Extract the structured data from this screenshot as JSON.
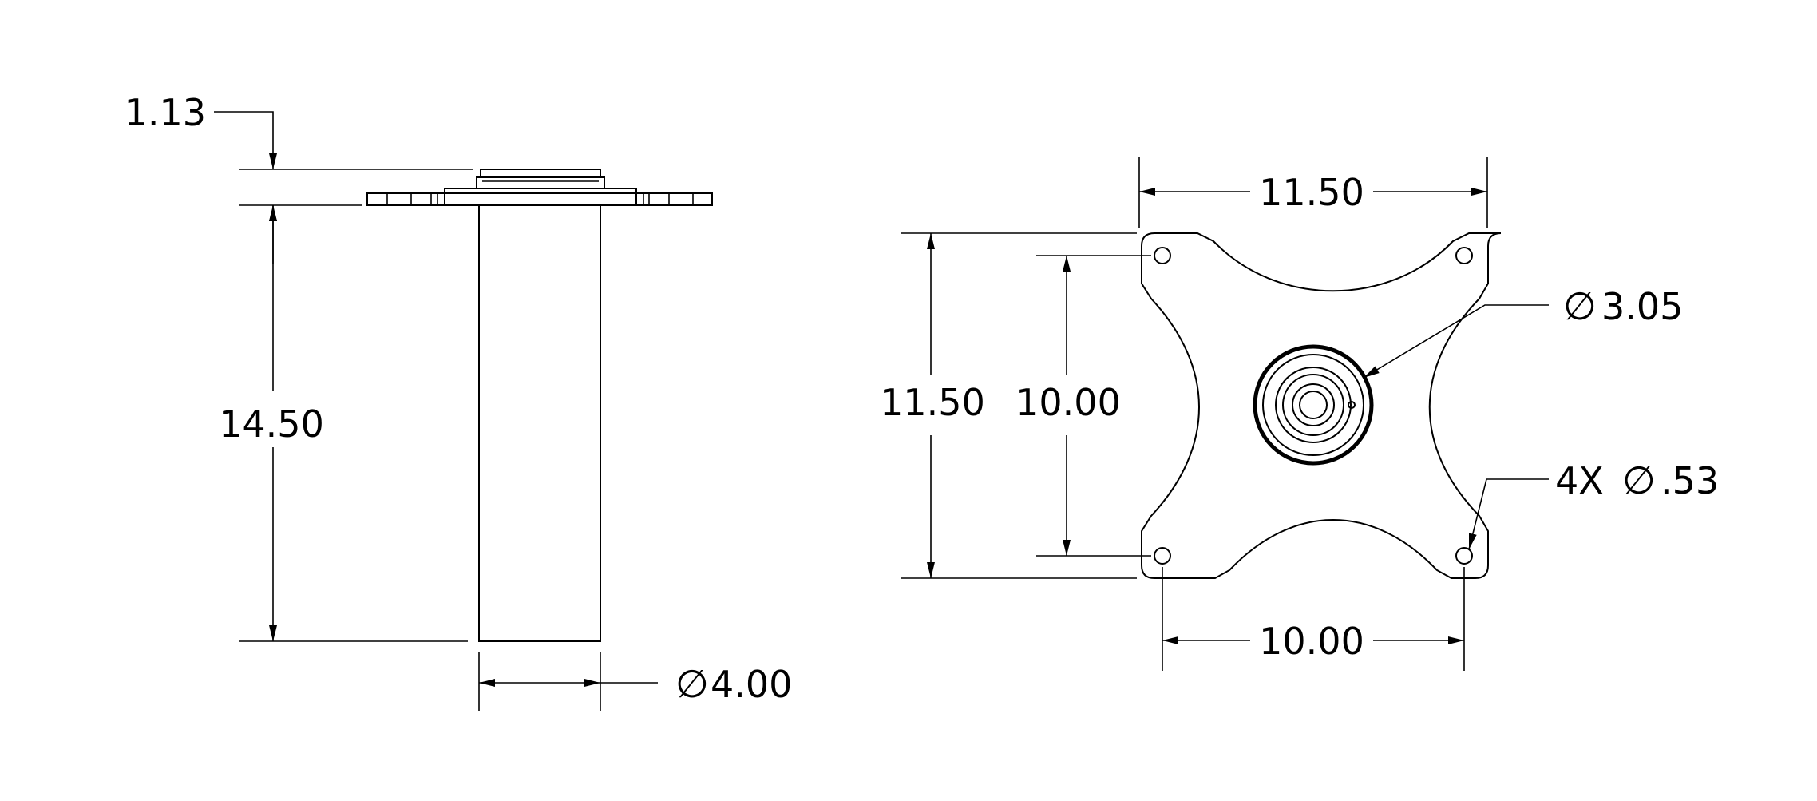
{
  "side_view": {
    "flange_thickness": "1.13",
    "column_height": "14.50",
    "column_diameter": "4.00",
    "diameter_symbol": "∅"
  },
  "top_view": {
    "overall_width": "11.50",
    "overall_height": "11.50",
    "hole_spacing_vertical": "10.00",
    "hole_spacing_horizontal": "10.00",
    "center_diameter": "3.05",
    "hole_callout_prefix": "4X",
    "hole_diameter": ".53",
    "diameter_symbol": "∅"
  }
}
